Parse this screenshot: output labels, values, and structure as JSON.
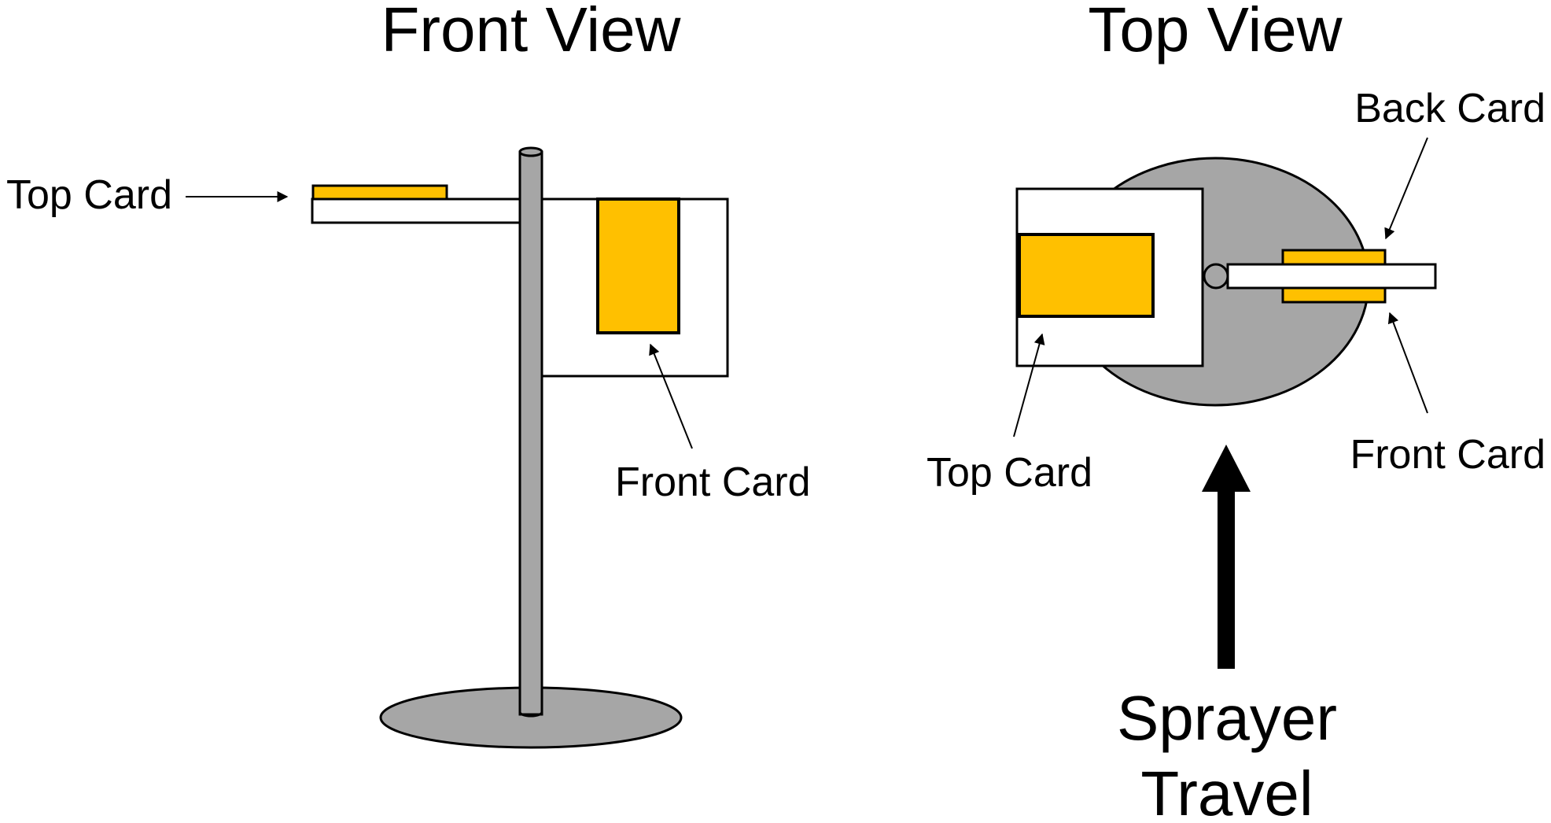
{
  "front_view": {
    "title": "Front View",
    "labels": {
      "top_card": "Top Card",
      "front_card": "Front Card"
    }
  },
  "top_view": {
    "title": "Top View",
    "labels": {
      "top_card": "Top Card",
      "back_card": "Back Card",
      "front_card": "Front Card"
    }
  },
  "travel": {
    "line1": "Sprayer",
    "line2": "Travel"
  },
  "colors": {
    "card": "#FFC000",
    "stand": "#A6A6A6",
    "outline": "#000000",
    "background": "#FFFFFF"
  }
}
